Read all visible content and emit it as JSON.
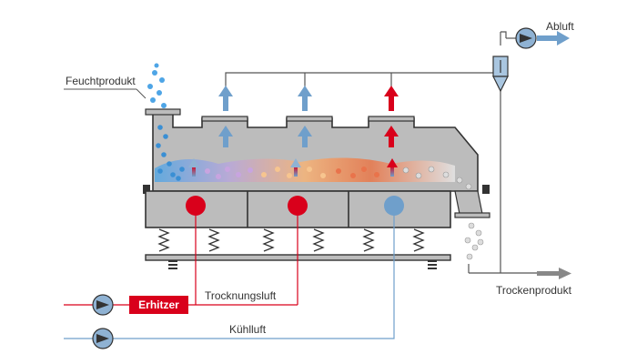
{
  "labels": {
    "feuchtprodukt": "Feuchtprodukt",
    "abluft": "Abluft",
    "trockenprodukt": "Trockenprodukt",
    "trocknungsluft": "Trocknungsluft",
    "kuehlluft": "Kühlluft",
    "erhitzer": "Erhitzer"
  },
  "colors": {
    "hot_air": "#d9001b",
    "cool_air": "#6f9fcb",
    "vessel_grey": "#bcbcbc",
    "outline": "#333333",
    "pipe_line": "#555555",
    "exhaust_arrow": "#6f9fcb",
    "product_arrow": "#888888"
  },
  "icons": {
    "fan": "fan-icon",
    "cyclone": "cyclone-separator-icon",
    "spring": "spring-icon",
    "heater": "heater-box"
  }
}
